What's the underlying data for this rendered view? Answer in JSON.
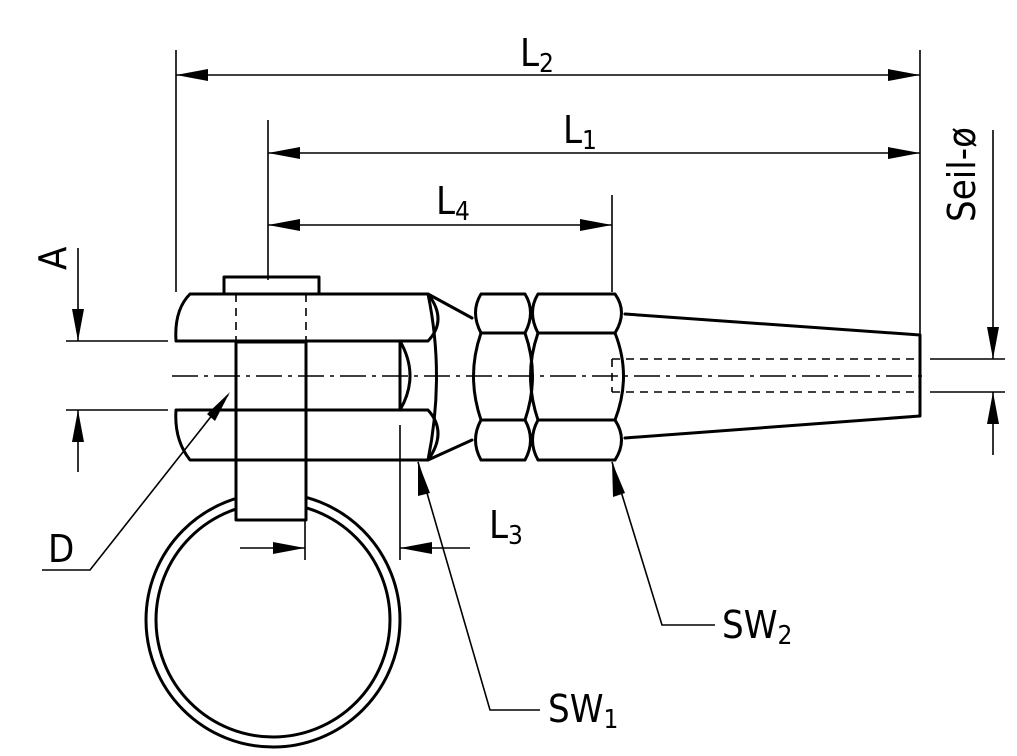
{
  "labels": {
    "L2": {
      "main": "L",
      "sub": "2"
    },
    "L1": {
      "main": "L",
      "sub": "1"
    },
    "L4": {
      "main": "L",
      "sub": "4"
    },
    "L3": {
      "main": "L",
      "sub": "3"
    },
    "A": "A",
    "D": "D",
    "seil": "Seil-ø",
    "SW1": {
      "main": "SW",
      "sub": "1"
    },
    "SW2": {
      "main": "SW",
      "sub": "2"
    }
  }
}
